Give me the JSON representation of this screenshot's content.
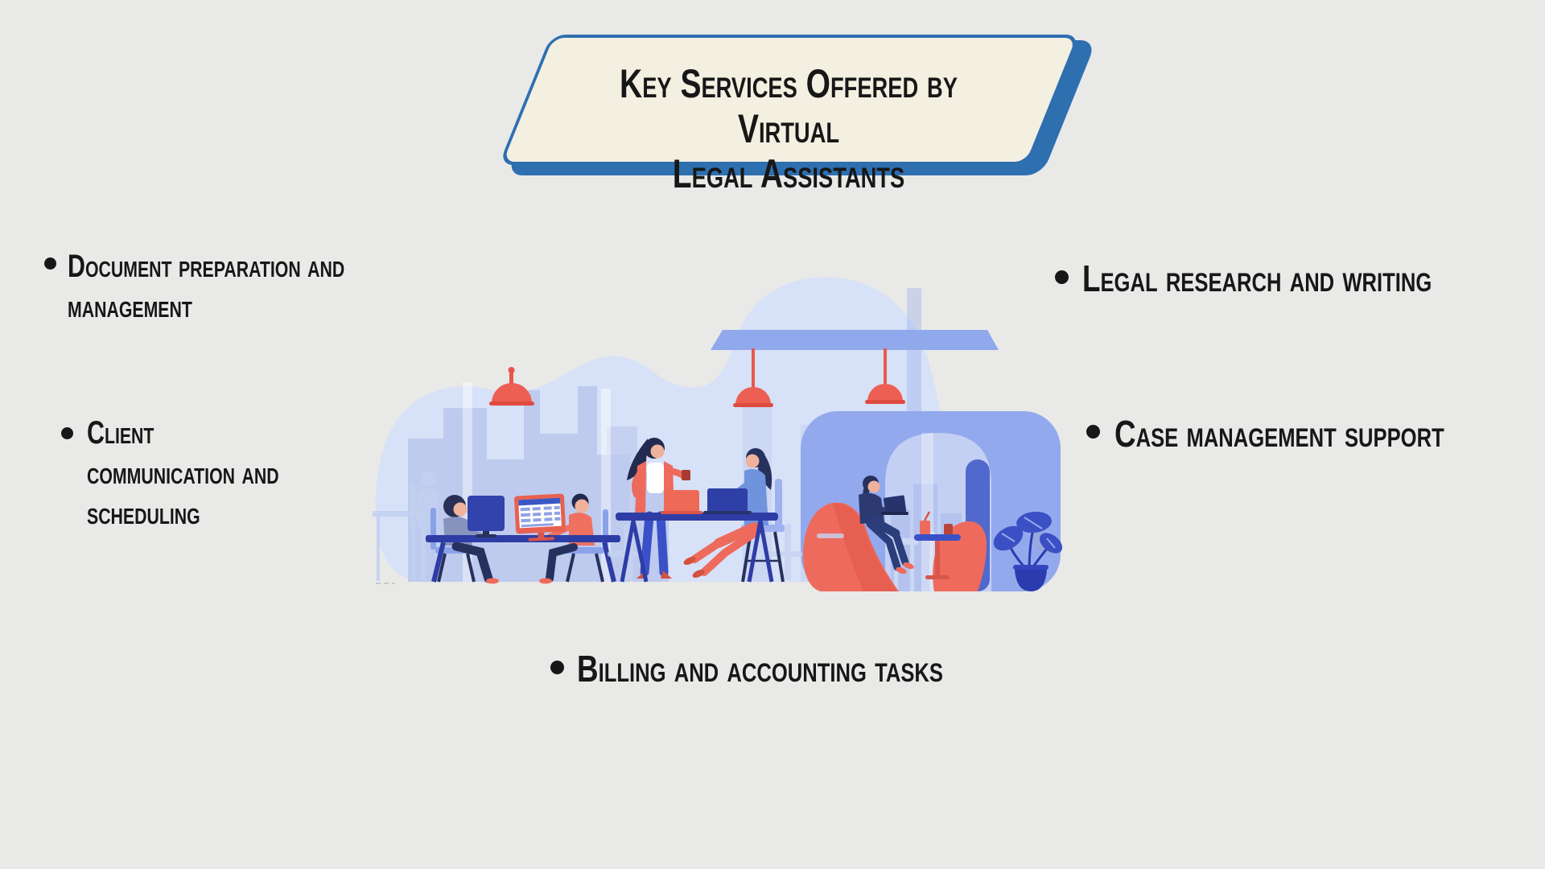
{
  "page": {
    "background_color": "#e9e9e8",
    "text_color": "#171717"
  },
  "title_banner": {
    "text": "Key Services Offered by Virtual\nLegal Assistants",
    "fill_color": "#f3efe1",
    "border_color": "#2e6fb0"
  },
  "bullets": {
    "document_preparation": {
      "text": "Document preparation and\nmanagement"
    },
    "client_communication": {
      "text": "Client\ncommunication and\nscheduling"
    },
    "legal_research": {
      "text": "Legal research and writing"
    },
    "case_management": {
      "text": "Case management support"
    },
    "billing": {
      "text": "Billing and accounting tasks"
    }
  },
  "illustration": {
    "name": "coworking-office-scene",
    "description": "Flat vector illustration of a co-working office: two people working at desktop computers, a standing woman holding coffee talking with a seated woman using a laptop, a woman with a laptop in a coral bean bag inside a rounded pod, red pendant lamps, a city-window backdrop and a potted plant",
    "palette": {
      "blob": "#d7e1f7",
      "beam": "#8fa9ec",
      "pod": "#93a9ee",
      "arch_interior": "#c3d0f3",
      "arch_bar": "#5168cd",
      "skyline": "#bcc9ee",
      "desk": "#2e3da5",
      "chair": "#8aa2e8",
      "coral": "#ee6a5c",
      "coral_dark": "#d9544a",
      "navy": "#27315e",
      "royal_blue": "#3a50c8",
      "skin": "#f0b29c",
      "screen_white": "#ffffff",
      "spreadsheet_blue": "#3a57c4",
      "cushion_yellow": "#e0a83e"
    }
  }
}
